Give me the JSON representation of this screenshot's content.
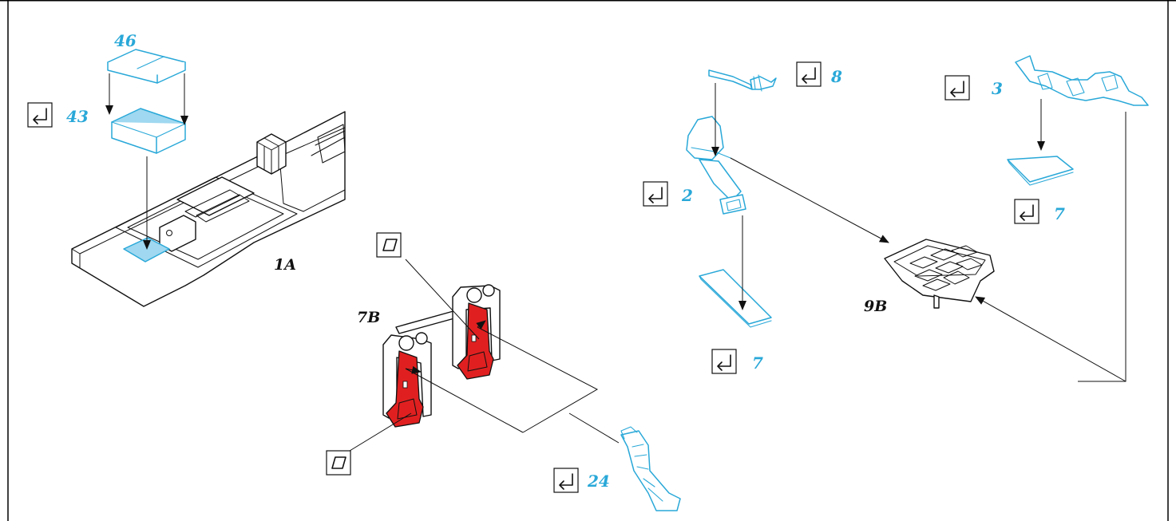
{
  "callouts": {
    "c46": "46",
    "c43": "43",
    "c1A": "1A",
    "c7B": "7B",
    "c24": "24",
    "c8": "8",
    "c3": "3",
    "c2": "2",
    "c7a": "7",
    "c7b": "7",
    "c9B": "9B"
  },
  "colors": {
    "photo_etch": "#29a8d8",
    "paint_red": "#e02020",
    "glass_fill": "#9fd8f0"
  },
  "icons": {
    "fold": "fold-arrow-icon",
    "decal": "decal-sheet-icon"
  }
}
